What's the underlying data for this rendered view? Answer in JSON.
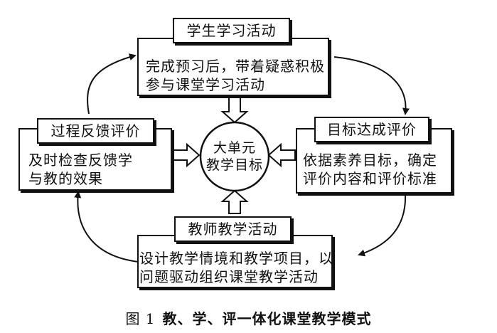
{
  "center": {
    "line1": "大单元",
    "line2": "教学目标"
  },
  "top": {
    "title": "学生学习活动",
    "line1": "完成预习后，带着疑惑积极",
    "line2": "参与课堂学习活动"
  },
  "left": {
    "title": "过程反馈评价",
    "line1": "及时检查反馈学",
    "line2": "与教的效果"
  },
  "right": {
    "title": "目标达成评价",
    "line1": "依据素养目标，确定",
    "line2": "评价内容和评价标准"
  },
  "bottom": {
    "title": "教师教学活动",
    "line1": "设计教学情境和教学项目，以",
    "line2": "问题驱动组织课堂教学活动"
  },
  "caption": {
    "figure": "图 1",
    "text": "教、学、评一体化课堂教学模式"
  }
}
